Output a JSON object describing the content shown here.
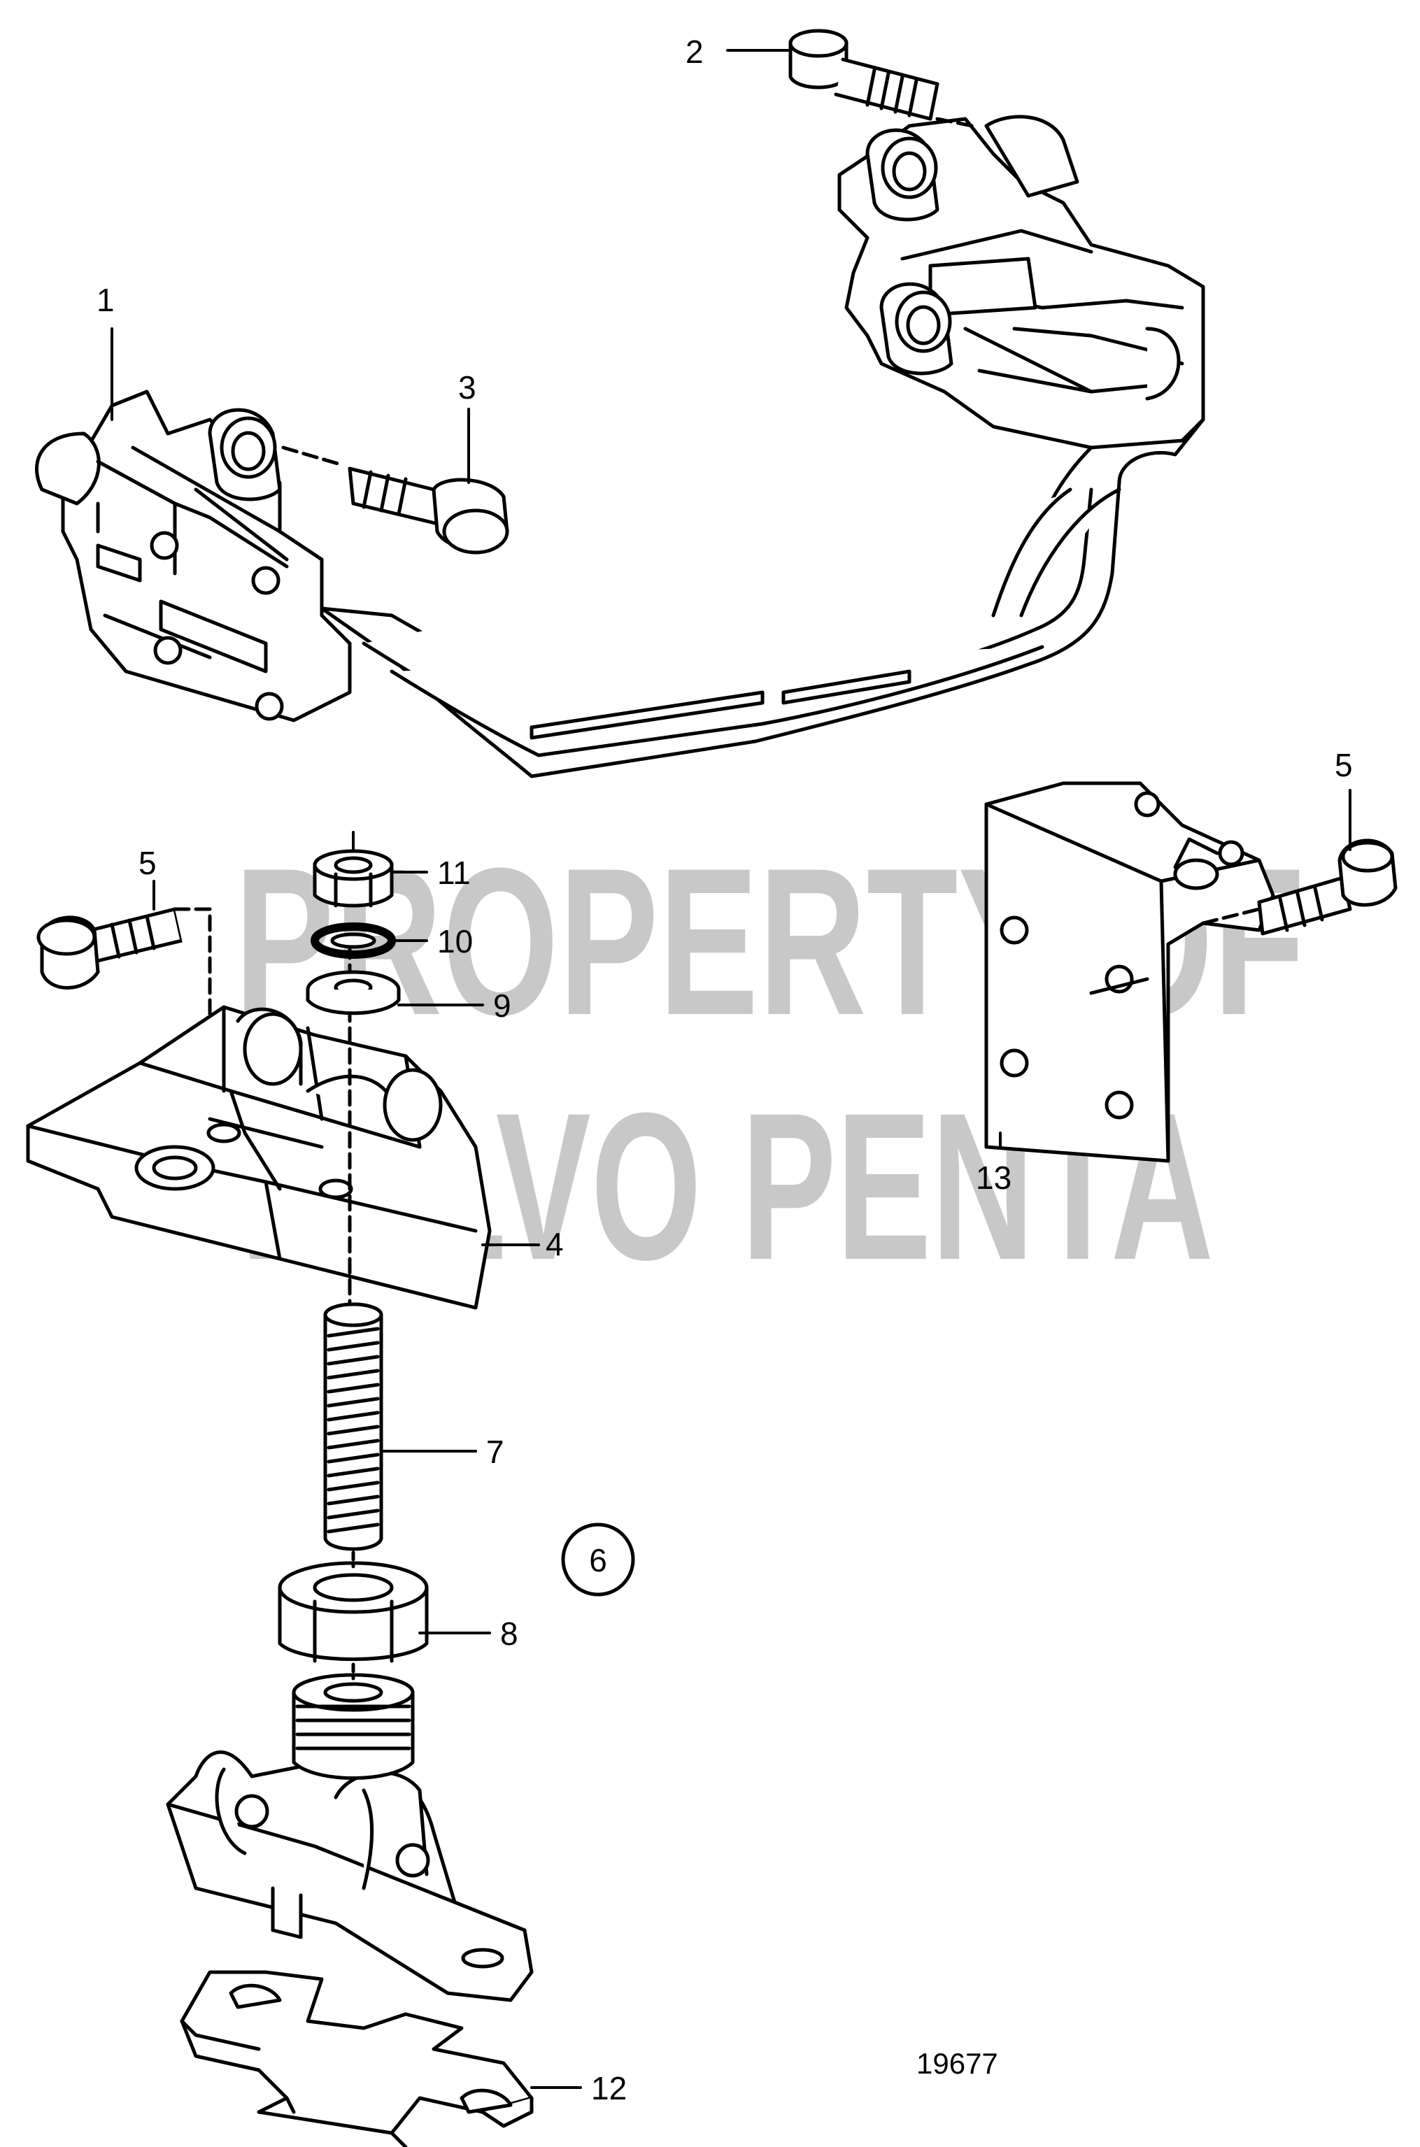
{
  "drawing_number": "19677",
  "watermark": {
    "line1": "PROPERTY OF",
    "line2": "VOLVO PENTA"
  },
  "colors": {
    "ink": "#000000",
    "paper": "#ffffff",
    "watermark": "#c8c8c8"
  },
  "callouts": [
    {
      "id": "1",
      "label": "1",
      "part": "engine-bracket"
    },
    {
      "id": "2",
      "label": "2",
      "part": "bracket-bolt"
    },
    {
      "id": "3",
      "label": "3",
      "part": "bracket-bolt"
    },
    {
      "id": "4",
      "label": "4",
      "part": "mount-bracket"
    },
    {
      "id": "5a",
      "label": "5",
      "part": "flange-bolt"
    },
    {
      "id": "5b",
      "label": "5",
      "part": "flange-bolt"
    },
    {
      "id": "6",
      "label": "6",
      "part": "engine-mount-kit",
      "circled": true
    },
    {
      "id": "7",
      "label": "7",
      "part": "stud"
    },
    {
      "id": "8",
      "label": "8",
      "part": "adjusting-nut"
    },
    {
      "id": "9",
      "label": "9",
      "part": "washer"
    },
    {
      "id": "10",
      "label": "10",
      "part": "lock-washer"
    },
    {
      "id": "11",
      "label": "11",
      "part": "nut"
    },
    {
      "id": "12",
      "label": "12",
      "part": "shim"
    },
    {
      "id": "13",
      "label": "13",
      "part": "side-bracket"
    }
  ]
}
